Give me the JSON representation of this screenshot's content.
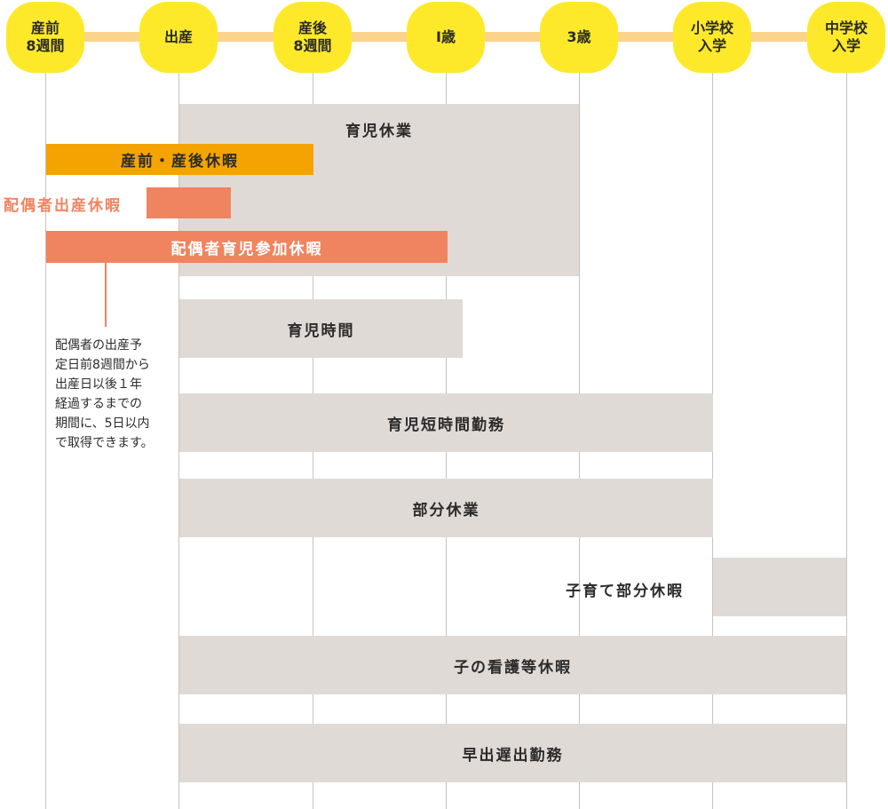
{
  "colors": {
    "milestone_fill": "#fde92a",
    "connector": "#fbd38a",
    "grey_bar": "#e0dad6",
    "orange_bar": "#f5a300",
    "salmon_bar": "#f08460"
  },
  "milestones": [
    "産前\n8週間",
    "出産",
    "産後\n8週間",
    "Ⅰ歳",
    "3歳",
    "小学校\n入学",
    "中学校\n入学"
  ],
  "bars": {
    "ikuji_kyugyo": "育児休業",
    "sanzen_sango": "産前・産後休暇",
    "haigusha_shussan": "配偶者出産休暇",
    "haigusha_ikuji": "配偶者育児参加休暇",
    "ikuji_jikan": "育児時間",
    "ikuji_tanjikan": "育児短時間勤務",
    "bubun_kyugyo": "部分休業",
    "kosodate_bubun": "子育て部分休暇",
    "kango": "子の看護等休暇",
    "hayade": "早出遅出勤務"
  },
  "note": "配偶者の出産予\n定日前8週間から\n出産日以後１年\n経過するまでの\n期間に、5日以内\nで取得できます。"
}
